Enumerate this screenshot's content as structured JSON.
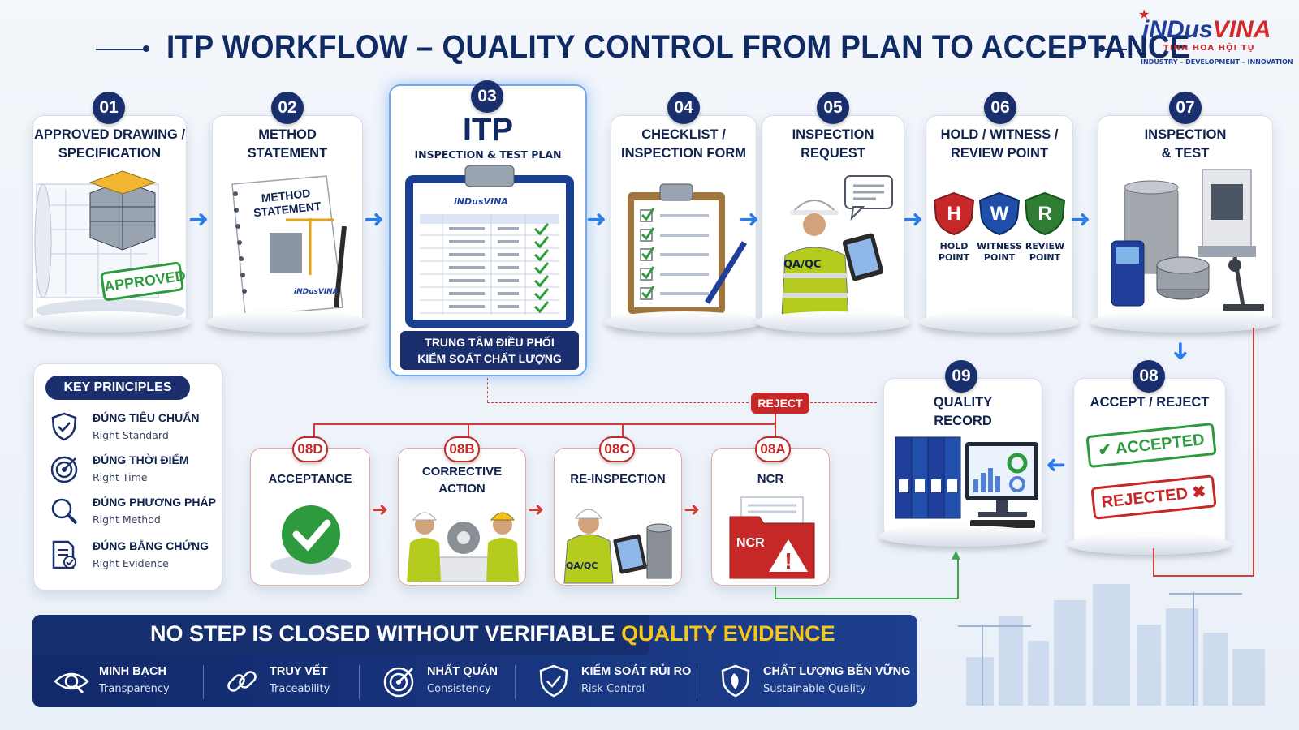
{
  "title": "ITP WORKFLOW – QUALITY CONTROL FROM PLAN TO ACCEPTANCE",
  "logo": {
    "name_part1": "iNDus",
    "name_part2": "VINA",
    "subtitle": "TINH HOA HỘI TỤ",
    "tagline": "INDUSTRY – DEVELOPMENT – INNOVATION"
  },
  "steps": [
    {
      "num": "01",
      "line1": "APPROVED DRAWING /",
      "line2": "SPECIFICATION",
      "stamp": "APPROVED"
    },
    {
      "num": "02",
      "line1": "METHOD",
      "line2": "STATEMENT",
      "book_line1": "METHOD",
      "book_line2": "STATEMENT",
      "book_logo": "iNDusVINA"
    },
    {
      "num": "03",
      "big": "ITP",
      "sub": "INSPECTION & TEST PLAN",
      "banner_line1": "TRUNG TÂM ĐIỀU PHỐI",
      "banner_line2": "KIỂM SOÁT CHẤT LƯỢNG",
      "clip_logo": "iNDusVINA"
    },
    {
      "num": "04",
      "line1": "CHECKLIST /",
      "line2": "INSPECTION FORM"
    },
    {
      "num": "05",
      "line1": "INSPECTION",
      "line2": "REQUEST",
      "vest": "QA/QC"
    },
    {
      "num": "06",
      "line1": "HOLD / WITNESS /",
      "line2": "REVIEW POINT",
      "points": [
        {
          "letter": "H",
          "l1": "HOLD",
          "l2": "POINT",
          "color": "#c62828"
        },
        {
          "letter": "W",
          "l1": "WITNESS",
          "l2": "POINT",
          "color": "#1f4fa8"
        },
        {
          "letter": "R",
          "l1": "REVIEW",
          "l2": "POINT",
          "color": "#2e7d32"
        }
      ]
    },
    {
      "num": "07",
      "line1": "INSPECTION",
      "line2": "& TEST"
    },
    {
      "num": "08",
      "line1": "ACCEPT / REJECT",
      "accepted": "ACCEPTED",
      "rejected": "REJECTED"
    },
    {
      "num": "09",
      "line1": "QUALITY",
      "line2": "RECORD"
    }
  ],
  "sub_steps": [
    {
      "num": "08D",
      "line1": "ACCEPTANCE",
      "line2": ""
    },
    {
      "num": "08B",
      "line1": "CORRECTIVE",
      "line2": "ACTION"
    },
    {
      "num": "08C",
      "line1": "RE-INSPECTION",
      "line2": "",
      "vest": "QA/QC"
    },
    {
      "num": "08A",
      "line1": "NCR",
      "line2": "",
      "folder": "NCR"
    }
  ],
  "reject_label": "REJECT",
  "key_principles": {
    "heading": "KEY PRINCIPLES",
    "items": [
      {
        "vi": "ĐÚNG TIÊU CHUẨN",
        "en": "Right Standard",
        "icon": "shield-check-icon"
      },
      {
        "vi": "ĐÚNG THỜI ĐIỂM",
        "en": "Right Time",
        "icon": "target-icon"
      },
      {
        "vi": "ĐÚNG PHƯƠNG PHÁP",
        "en": "Right Method",
        "icon": "magnifier-icon"
      },
      {
        "vi": "ĐÚNG BẰNG CHỨNG",
        "en": "Right Evidence",
        "icon": "document-check-icon"
      }
    ]
  },
  "banner": {
    "message_part1": "NO STEP IS CLOSED WITHOUT  VERIFIABLE",
    "message_part2": "QUALITY EVIDENCE",
    "values": [
      {
        "vi": "MINH BẠCH",
        "en": "Transparency",
        "icon": "eye-icon"
      },
      {
        "vi": "TRUY VẾT",
        "en": "Traceability",
        "icon": "link-icon"
      },
      {
        "vi": "NHẤT QUÁN",
        "en": "Consistency",
        "icon": "target-icon"
      },
      {
        "vi": "KIỂM SOÁT RỦI RO",
        "en": "Risk Control",
        "icon": "shield-check-icon"
      },
      {
        "vi": "CHẤT LƯỢNG BỀN VỮNG",
        "en": "Sustainable Quality",
        "icon": "leaf-shield-icon"
      }
    ]
  },
  "colors": {
    "navy": "#1a2f6e",
    "accent_blue": "#2b7de9",
    "reject_red": "#c62828",
    "accept_green": "#2e9a3e",
    "highlight_yellow": "#f5c518"
  }
}
